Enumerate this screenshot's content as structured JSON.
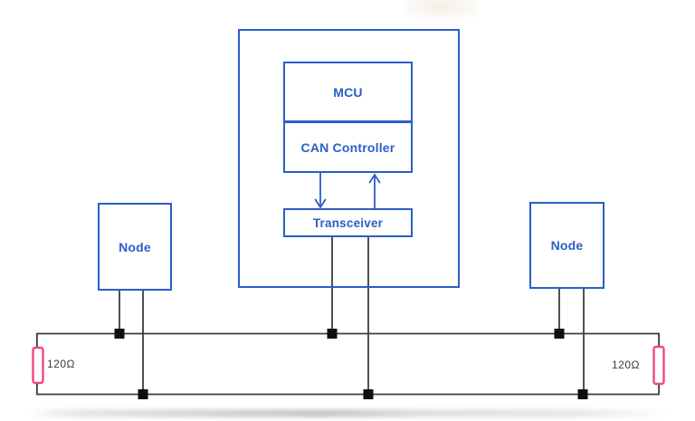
{
  "diagram": {
    "ecu": {
      "mcu_label": "MCU",
      "can_controller_label": "CAN Controller",
      "transceiver_label": "Transceiver"
    },
    "nodes": {
      "left_label": "Node",
      "right_label": "Node"
    },
    "terminators": {
      "left_label": "120Ω",
      "right_label": "120Ω"
    }
  },
  "colors": {
    "accent": "#2b5ec8",
    "wire": "#3d3d3d",
    "resistor_pink": "#f2477f",
    "junction": "#0f0f0f",
    "label_gray": "#3a3a3a",
    "background": "#ffffff"
  }
}
